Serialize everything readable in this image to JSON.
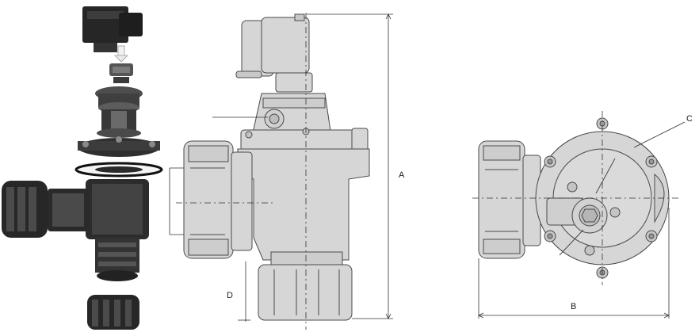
{
  "figure": {
    "labels": {
      "a": "A",
      "b": "B",
      "c": "C",
      "d": "D"
    },
    "colors": {
      "line": "#4a4a4a",
      "body_fill": "#d6d6d6",
      "body_dark": "#bdbdbd",
      "part_dark": "#2a2a2a",
      "part_mid": "#5a5a5a",
      "background": "#ffffff"
    }
  }
}
